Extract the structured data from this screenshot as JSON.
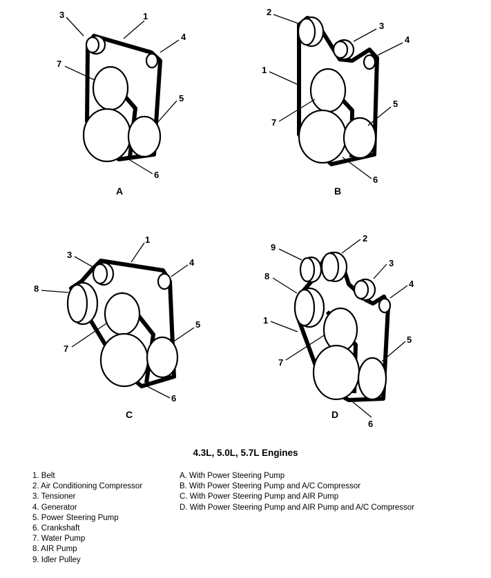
{
  "title": "4.3L, 5.0L, 5.7L Engines",
  "diagrams": {
    "a": {
      "caption": "A",
      "labels": [
        "1",
        "3",
        "4",
        "5",
        "6",
        "7"
      ]
    },
    "b": {
      "caption": "B",
      "labels": [
        "1",
        "2",
        "3",
        "4",
        "5",
        "6",
        "7"
      ]
    },
    "c": {
      "caption": "C",
      "labels": [
        "1",
        "3",
        "4",
        "5",
        "6",
        "7",
        "8"
      ]
    },
    "d": {
      "caption": "D",
      "labels": [
        "1",
        "2",
        "3",
        "4",
        "5",
        "6",
        "7",
        "8",
        "9"
      ]
    }
  },
  "components": [
    "1.  Belt",
    "2.  Air Conditioning Compressor",
    "3.  Tensioner",
    "4.  Generator",
    "5.  Power Steering Pump",
    "6.  Crankshaft",
    "7.  Water Pump",
    "8.  AIR Pump",
    "9.  Idler Pulley"
  ],
  "variants": [
    "A.  With Power Steering Pump",
    "B.  With Power Steering Pump and A/C Compressor",
    "C.  With Power Steering Pump and AIR Pump",
    "D.  With Power Steering Pump and AIR Pump and A/C Compressor"
  ]
}
